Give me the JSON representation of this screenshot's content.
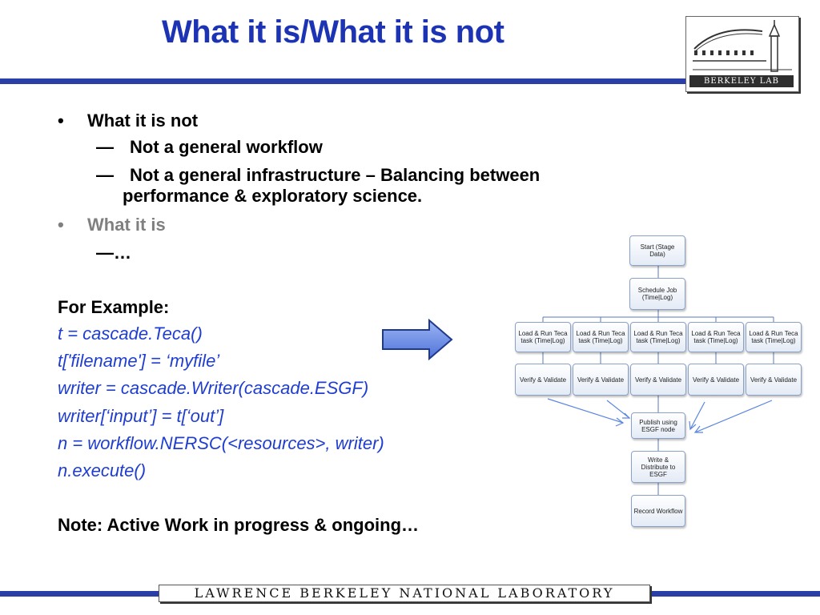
{
  "slide": {
    "title": "What it is/What it is not"
  },
  "logo": {
    "text": "Berkeley Lab"
  },
  "bullets": {
    "item1": "What it is not",
    "item1_sub1_dash": "—",
    "item1_sub1": "Not a general workflow",
    "item1_sub2_dash": "—",
    "item1_sub2_line1": "Not a general infrastructure – Balancing between",
    "item1_sub2_line2": "performance & exploratory science.",
    "item2": "What it is",
    "item2_sub1": "—…",
    "bullet_char": "•"
  },
  "example": {
    "heading": "For Example:",
    "code_lines": [
      "t = cascade.Teca()",
      "t['filename'] = ‘myfile’",
      "writer = cascade.Writer(cascade.ESGF)",
      "writer[‘input’] = t[‘out’]",
      "n = workflow.NERSC(<resources>, writer)",
      "n.execute()"
    ],
    "note": "Note: Active Work in progress & ongoing…"
  },
  "flowchart": {
    "start": "Start (Stage Data)",
    "schedule": "Schedule Job (Time|Log)",
    "load_tasks": [
      "Load & Run Teca task (Time|Log)",
      "Load & Run Teca task (Time|Log)",
      "Load & Run Teca task (Time|Log)",
      "Load & Run Teca task (Time|Log)",
      "Load & Run Teca task (Time|Log)"
    ],
    "verify_tasks": [
      "Verify & Validate",
      "Verify & Validate",
      "Verify & Validate",
      "Verify & Validate",
      "Verify & Validate"
    ],
    "publish": "Publish using ESGF node",
    "write": "Write & Distribute to ESGF",
    "record": "Record Workflow"
  },
  "footer": {
    "text": "LAWRENCE BERKELEY NATIONAL LABORATORY"
  },
  "colors": {
    "title_blue": "#1c34b4",
    "rule_blue": "#2a3ea8",
    "code_blue": "#1f3ed0",
    "arrow_fill": "#6d8ee8"
  }
}
